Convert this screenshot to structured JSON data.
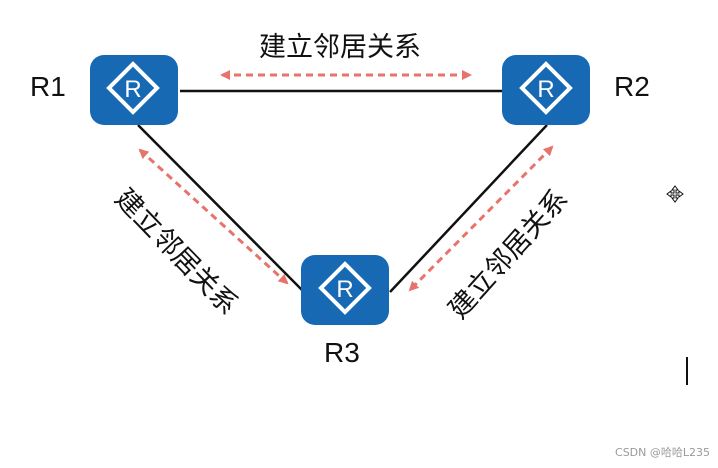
{
  "routers": [
    {
      "id": "R1",
      "label": "R1",
      "icon_letter": "R"
    },
    {
      "id": "R2",
      "label": "R2",
      "icon_letter": "R"
    },
    {
      "id": "R3",
      "label": "R3",
      "icon_letter": "R"
    }
  ],
  "links": [
    {
      "from": "R1",
      "to": "R2",
      "label": "建立邻居关系"
    },
    {
      "from": "R1",
      "to": "R3",
      "label": "建立邻居关系"
    },
    {
      "from": "R2",
      "to": "R3",
      "label": "建立邻居关系"
    }
  ],
  "watermark": "CSDN @哈哈L235",
  "colors": {
    "router_fill": "#1769b3",
    "router_icon": "#ffffff",
    "link_line": "#111111",
    "neighbor_arrow": "#e8736b"
  },
  "icons": [
    "router-icon",
    "move-cursor-icon",
    "text-cursor-icon"
  ]
}
